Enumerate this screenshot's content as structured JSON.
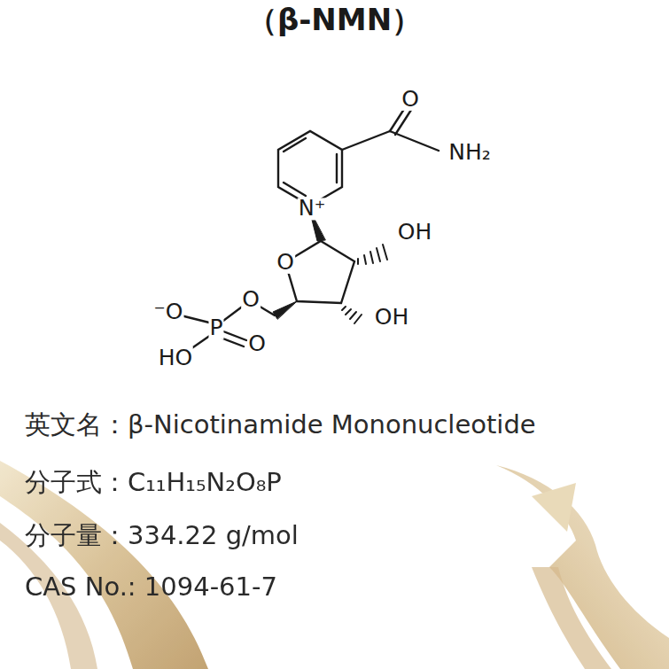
{
  "diagram": {
    "title": "（β-NMN）",
    "labels": [
      "O",
      "NH₂",
      "N⁺",
      "OH",
      "O",
      "OH",
      "⁻O",
      "O",
      "P",
      "O",
      "HO",
      "英文名：β-Nicotinamide Mononucleotide",
      "分子式：C₁₁H₁₅N₂O₈P",
      "分子量：334.22 g/mol",
      "CAS No.: 1094-61-7"
    ]
  }
}
